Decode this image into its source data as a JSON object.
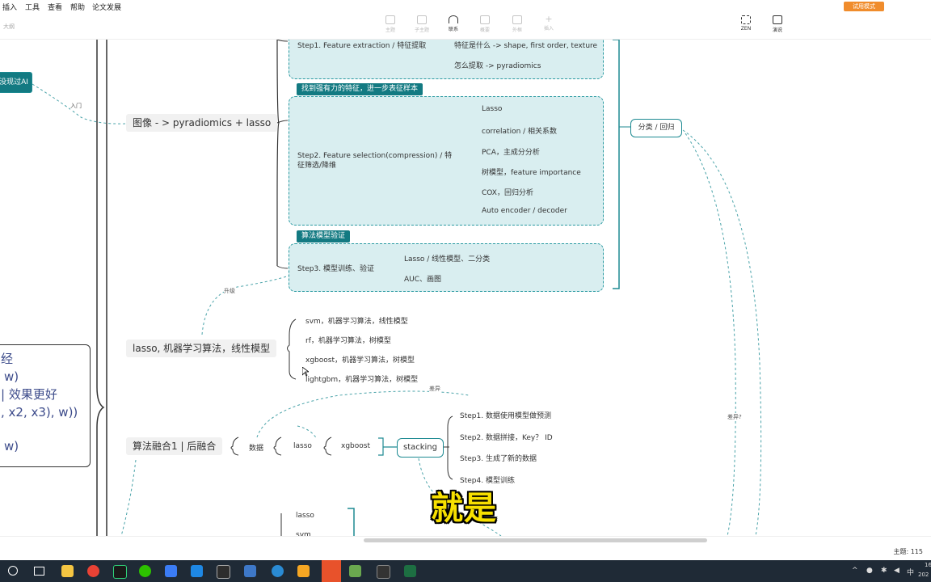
{
  "menu": {
    "items": [
      "插入",
      "工具",
      "查看",
      "帮助",
      "论文发展"
    ],
    "trial_button": "试用模式"
  },
  "toolbar": {
    "outline_label": "大纲",
    "buttons": [
      {
        "label": "主题",
        "icon": "topic-icon",
        "active": false
      },
      {
        "label": "子主题",
        "icon": "subtopic-icon",
        "active": false
      },
      {
        "label": "联系",
        "icon": "relationship-icon",
        "active": true
      },
      {
        "label": "概要",
        "icon": "summary-icon",
        "active": false
      },
      {
        "label": "外框",
        "icon": "boundary-icon",
        "active": false
      },
      {
        "label": "插入",
        "icon": "insert-icon",
        "active": false
      }
    ],
    "zen_label": "ZEN",
    "present_label": "演说"
  },
  "mindmap": {
    "left_partial_node": "没现过AI",
    "left_box_lines": [
      "经",
      "w)",
      "| 效果更好",
      ", x2, x3), w))",
      "w)"
    ],
    "branch1": {
      "label": "图像 - > pyradiomics + lasso",
      "link_label": "入门",
      "step1": {
        "title": "Step1. Feature extraction / 特征提取",
        "items": [
          "特征是什么 -> shape, first order, texture",
          "怎么提取 -> pyradiomics"
        ]
      },
      "step2": {
        "tag": "找到强有力的特征，进一步表征样本",
        "title": "Step2. Feature selection(compression) / 特征筛选/降维",
        "items": [
          "Lasso",
          "correlation / 相关系数",
          "PCA，主成分分析",
          "树模型，feature importance",
          "COX，回归分析",
          "Auto encoder / decoder"
        ]
      },
      "step3": {
        "tag": "算法模型验证",
        "title": "Step3. 模型训练、验证",
        "items": [
          "Lasso / 线性模型、二分类",
          "AUC、画图"
        ]
      },
      "classify_label": "分类 / 回归"
    },
    "branch2": {
      "label": "lasso, 机器学习算法，线性模型",
      "link_label": "升级",
      "items": [
        "svm，机器学习算法，线性模型",
        "rf，机器学习算法，树模型",
        "xgboost，机器学习算法，树模型",
        "lightgbm，机器学习算法，树模型"
      ]
    },
    "branch3": {
      "label": "算法融合1 | 后融合",
      "chain": [
        "数据",
        "lasso",
        "xgboost"
      ],
      "stacking": "stacking",
      "diff_label": "差异",
      "diff_label2": "差异?",
      "steps": [
        "Step1. 数据使用模型做预测",
        "Step2. 数据拼接，Key？ ID",
        "Step3. 生成了新的数据",
        "Step4. 模型训练"
      ]
    },
    "branch4": {
      "items": [
        "lasso",
        "svm"
      ]
    }
  },
  "subtitle": "就是",
  "status": {
    "topic_count": "主题: 115"
  },
  "taskbar": {
    "tray_time": "16",
    "tray_date": "202",
    "ime": "中"
  },
  "colors": {
    "accent_teal": "#137a82",
    "group_fill": "#d9eef0",
    "trial_orange": "#f08c2c",
    "subtitle_yellow": "#f7e000",
    "taskbar_bg": "#1f2a36"
  }
}
